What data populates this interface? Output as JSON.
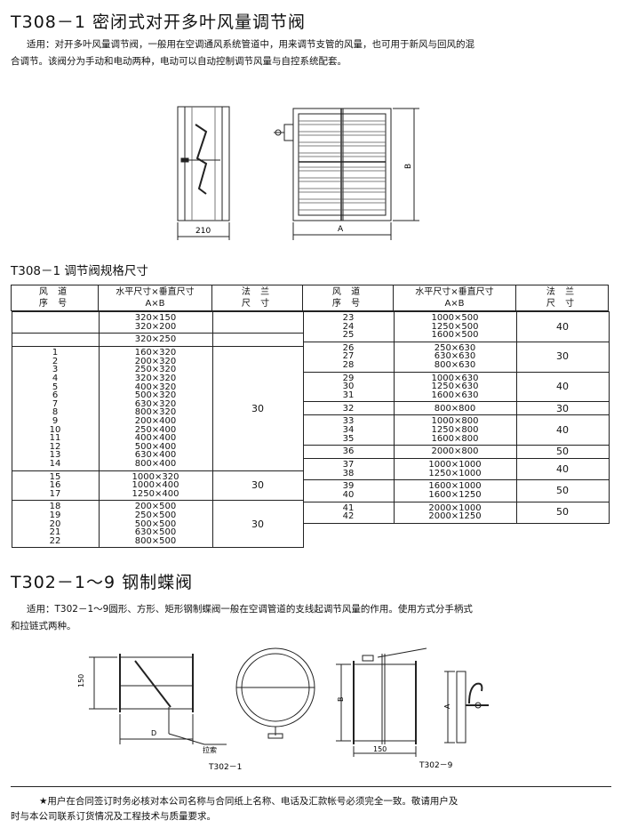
{
  "section1": {
    "title": "T308－1 密闭式对开多叶风量调节阀",
    "desc_line1": "适用：对开多叶风量调节阀，一般用在空调通风系统管道中，用来调节支管的风量，也可用于新风与回风的混",
    "desc_line2": "合调节。该阀分为手动和电动两种，电动可以自动控制调节风量与自控系统配套。",
    "drawing_labels": {
      "width_dim": "210",
      "a": "A",
      "b": "B"
    }
  },
  "spec_table": {
    "title": "T308－1 调节阀规格尺寸",
    "headers": {
      "duct_no": "风 道\n序 号",
      "size": "水平尺寸×垂直尺寸\nA×B",
      "flange": "法 兰\n尺 寸"
    },
    "left_blocks": [
      {
        "nos": [],
        "sizes": [
          "320×150",
          "320×200"
        ],
        "flange": ""
      },
      {
        "nos": [],
        "sizes": [
          "320×250"
        ],
        "flange": ""
      },
      {
        "nos": [
          "1",
          "2",
          "3",
          "4",
          "5",
          "6",
          "7",
          "8",
          "9",
          "10",
          "11",
          "12",
          "13",
          "14"
        ],
        "sizes": [
          "160×320",
          "200×320",
          "250×320",
          "320×320",
          "400×320",
          "500×320",
          "630×320",
          "800×320",
          "200×400",
          "250×400",
          "400×400",
          "500×400",
          "630×400",
          "800×400"
        ],
        "flange": "30"
      },
      {
        "nos": [
          "15",
          "16",
          "17"
        ],
        "sizes": [
          "1000×320",
          "1000×400",
          "1250×400"
        ],
        "flange": "30"
      },
      {
        "nos": [
          "18",
          "19",
          "20",
          "21",
          "22"
        ],
        "sizes": [
          "200×500",
          "250×500",
          "500×500",
          "630×500",
          "800×500"
        ],
        "flange": "30"
      }
    ],
    "right_blocks": [
      {
        "nos": [
          "23",
          "24",
          "25"
        ],
        "sizes": [
          "1000×500",
          "1250×500",
          "1600×500"
        ],
        "flange": "40"
      },
      {
        "nos": [
          "26",
          "27",
          "28"
        ],
        "sizes": [
          "250×630",
          "630×630",
          "800×630"
        ],
        "flange": "30"
      },
      {
        "nos": [
          "29",
          "30",
          "31"
        ],
        "sizes": [
          "1000×630",
          "1250×630",
          "1600×630"
        ],
        "flange": "40"
      },
      {
        "nos": [
          "32"
        ],
        "sizes": [
          "800×800"
        ],
        "flange": "30"
      },
      {
        "nos": [
          "33",
          "34",
          "35"
        ],
        "sizes": [
          "1000×800",
          "1250×800",
          "1600×800"
        ],
        "flange": "40"
      },
      {
        "nos": [
          "36"
        ],
        "sizes": [
          "2000×800"
        ],
        "flange": "50"
      },
      {
        "nos": [
          "37",
          "38"
        ],
        "sizes": [
          "1000×1000",
          "1250×1000"
        ],
        "flange": "40"
      },
      {
        "nos": [
          "39",
          "40"
        ],
        "sizes": [
          "1600×1000",
          "1600×1250"
        ],
        "flange": "50"
      },
      {
        "nos": [
          "41",
          "42"
        ],
        "sizes": [
          "2000×1000",
          "2000×1250"
        ],
        "flange": "50"
      }
    ]
  },
  "section2": {
    "title": "T302－1～9 钢制蝶阀",
    "desc_line1": "适用：T302－1～9圆形、方形、矩形钢制蝶阀一般在空调管道的支线起调节风量的作用。使用方式分手柄式",
    "desc_line2": "和拉链式两种。",
    "drawing_labels": {
      "dim_150_left": "150",
      "d": "D",
      "pull_cable": "拉索",
      "cap_1": "T302－1",
      "b": "B",
      "dim_150_bottom": "150",
      "a": "A",
      "cap_9": "T302－9"
    }
  },
  "footer": {
    "line1": "★用户在合同签订时务必核对本公司名称与合同纸上名称、电话及汇款帐号必须完全一致。敬请用户及",
    "line2": "时与本公司联系订货情况及工程技术与质量要求。"
  }
}
